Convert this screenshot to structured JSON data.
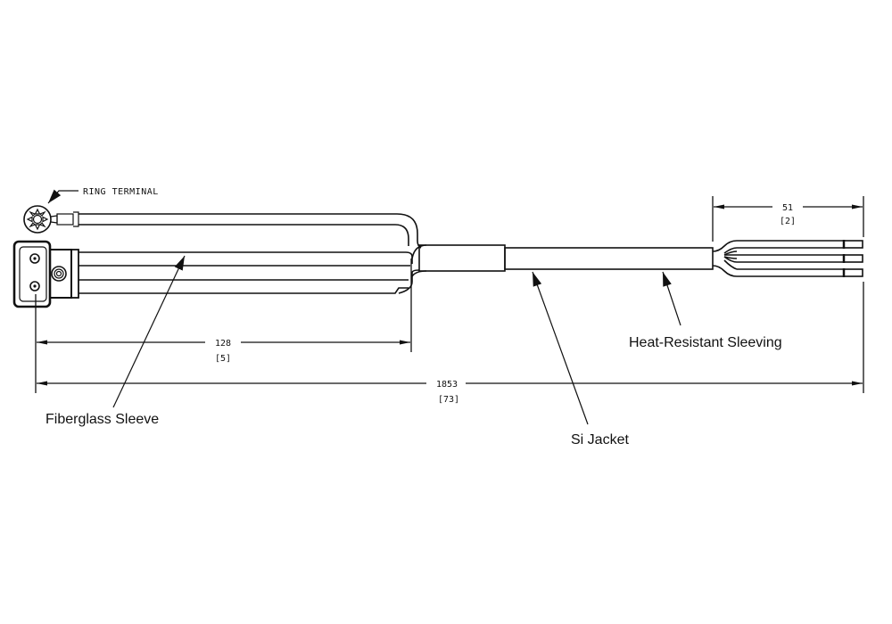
{
  "drawing": {
    "labels": {
      "ring_terminal": "RING TERMINAL",
      "fiberglass_sleeve": "Fiberglass Sleeve",
      "si_jacket": "Si Jacket",
      "heat_resistant_sleeving": "Heat-Resistant Sleeving"
    },
    "dimensions": {
      "lead_length": {
        "mm": "128",
        "in": "[5]"
      },
      "overall_length": {
        "mm": "1853",
        "in": "[73]"
      },
      "strip_length": {
        "mm": "51",
        "in": "[2]"
      }
    },
    "colors": {
      "line": "#111111",
      "background": "#ffffff"
    }
  }
}
